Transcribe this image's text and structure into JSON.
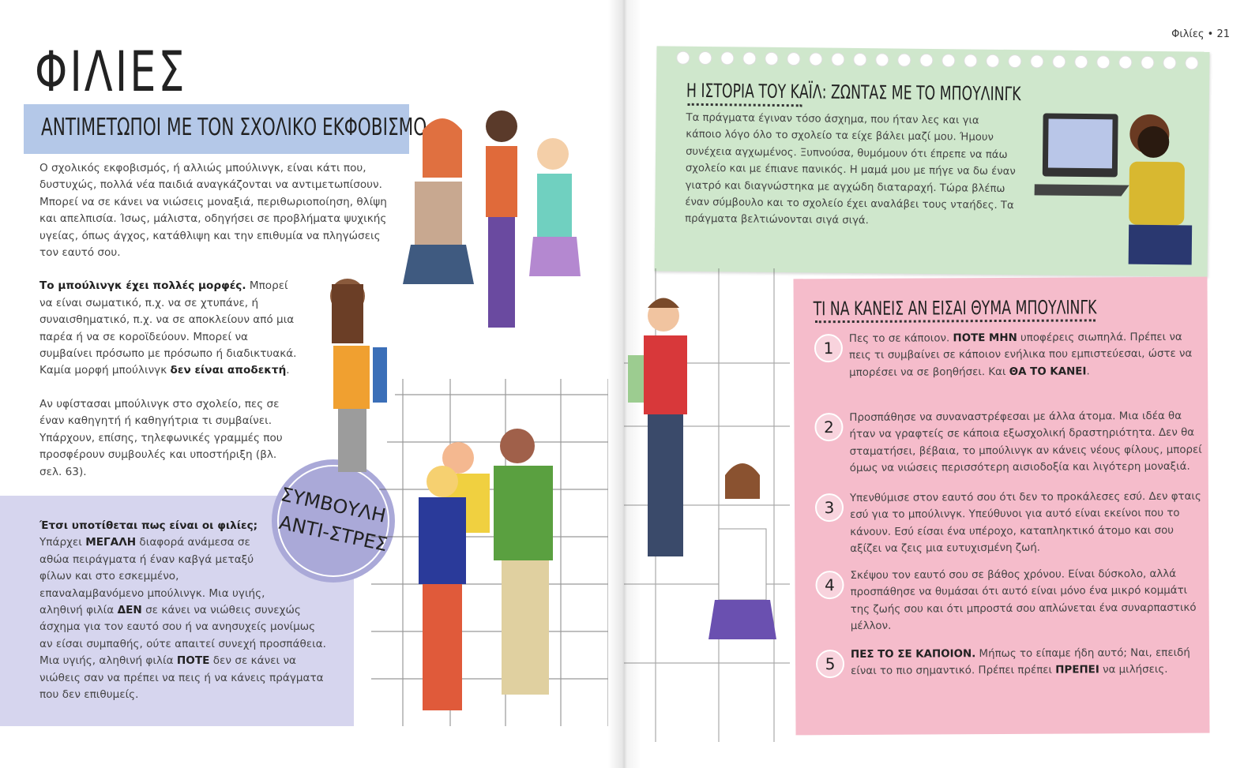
{
  "page_header": {
    "label": "Φιλίες",
    "separator": "•",
    "page_number": "21"
  },
  "title": "ΦΙΛΙΕΣ",
  "subtitle": "ΑΝΤΙΜΕΤΩΠΟΙ ΜΕ ΤΟΝ ΣΧΟΛΙΚΟ ΕΚΦΟΒΙΣΜΟ",
  "intro": {
    "p1": "Ο σχολικός εκφοβισμός, ή αλλιώς μπούλινγκ, είναι κάτι που, δυστυχώς, πολλά νέα παιδιά αναγκάζονται να αντιμετωπίσουν. Μπορεί να σε κάνει να νιώσεις μοναξιά, περιθωριοποίηση, θλίψη και απελπισία. Ίσως, μάλιστα, οδηγήσει σε προβλήματα ψυχικής υγείας, όπως άγχος, κατάθλιψη και την επιθυμία να πληγώσεις τον εαυτό σου.",
    "p2_bold": "Το μπούλινγκ έχει πολλές μορφές.",
    "p2": " Μπορεί να είναι σωματικό, π.χ. να σε χτυπάνε, ή συναισθηματικό, π.χ. να σε αποκλείουν από μια παρέα ή να σε κοροϊδεύουν. Μπορεί να συμβαίνει πρόσωπο με πρόσωπο ή διαδικτυακά. Καμία μορφή μπούλινγκ ",
    "p2_bold_end": "δεν είναι αποδεκτή",
    "p2_end": ".",
    "p3": "Αν υφίστασαι μπούλινγκ στο σχολείο, πες σε έναν καθηγητή ή καθηγήτρια τι συμβαίνει. Υπάρχουν, επίσης, τηλεφωνικές γραμμές που προσφέρουν συμβουλές και υποστήριξη (βλ. σελ. 63)."
  },
  "tip_badge": {
    "line1": "ΣΥΜΒΟΥΛΗ",
    "line2": "ΑΝΤΙ-ΣΤΡΕΣ"
  },
  "tip": {
    "heading": "Έτσι υποτίθεται πως είναι οι φιλίες;",
    "s1": "Υπάρχει ",
    "b1": "ΜΕΓΑΛΗ",
    "s2": " διαφορά ανάμεσα σε αθώα πειράγματα ή έναν καβγά μεταξύ φίλων και στο εσκεμμένο, επαναλαμβανόμενο μπούλινγκ. Μια υγιής, αληθινή φιλία ",
    "b2": "ΔΕΝ",
    "s3": " σε κάνει να νιώθεις συνεχώς άσχημα για τον εαυτό σου ή να ανησυχείς μονίμως αν είσαι συμπαθής, ούτε απαιτεί συνεχή προσπάθεια. Μια υγιής, αληθινή φιλία ",
    "b3": "ΠΟΤΕ",
    "s4": " δεν σε κάνει να νιώθεις σαν να πρέπει να πεις ή να κάνεις πράγματα που δεν επιθυμείς."
  },
  "story": {
    "heading": "Η ΙΣΤΟΡΙΑ ΤΟΥ ΚΑΪΛ: ΖΩΝΤΑΣ ΜΕ ΤΟ ΜΠΟΥΛΙΝΓΚ",
    "body": "Τα πράγματα έγιναν τόσο άσχημα, που ήταν λες και για κάποιο λόγο όλο το σχολείο τα είχε βάλει μαζί μου. Ήμουν συνέχεια αγχωμένος. Ξυπνούσα, θυμόμουν ότι έπρεπε να πάω σχολείο και με έπιανε πανικός. Η μαμά μου με πήγε να δω έναν γιατρό και διαγνώστηκα με αγχώδη διαταραχή. Τώρα βλέπω έναν σύμβουλο και το σχολείο έχει αναλάβει τους νταήδες. Τα πράγματα βελτιώνονται σιγά σιγά."
  },
  "steps_box": {
    "heading": "ΤΙ ΝΑ ΚΑΝΕΙΣ ΑΝ ΕΙΣΑΙ ΘΥΜΑ ΜΠΟΥΛΙΝΓΚ",
    "steps": [
      {
        "n": "1",
        "a": "Πες το σε κάποιον. ",
        "b": "ΠΟΤΕ ΜΗΝ",
        "c": " υποφέρεις σιωπηλά. Πρέπει να πεις τι συμβαίνει σε κάποιον ενήλικα που εμπιστεύεσαι, ώστε να μπορέσει να σε βοηθήσει. Και ",
        "d": "ΘΑ ΤΟ ΚΑΝΕΙ",
        "e": "."
      },
      {
        "n": "2",
        "a": "Προσπάθησε να συναναστρέφεσαι με άλλα άτομα. Μια ιδέα θα ήταν να γραφτείς σε κάποια εξωσχολική δραστηριότητα. Δεν θα σταματήσει, βέβαια, το μπούλινγκ αν κάνεις νέους φίλους, μπορεί όμως να νιώσεις περισσότερη αισιοδοξία και λιγότερη μοναξιά."
      },
      {
        "n": "3",
        "a": "Υπενθύμισε στον εαυτό σου ότι δεν το προκάλεσες εσύ. Δεν φταις εσύ για το μπούλινγκ. Υπεύθυνοι για αυτό είναι εκείνοι που το κάνουν. Εσύ είσαι ένα υπέροχο, καταπληκτικό άτομο και σου αξίζει να ζεις μια ευτυχισμένη ζωή."
      },
      {
        "n": "4",
        "a": "Σκέψου τον εαυτό σου σε βάθος χρόνου. Είναι δύσκολο, αλλά προσπάθησε να θυμάσαι ότι αυτό είναι μόνο ένα μικρό κομμάτι της ζωής σου και ότι μπροστά σου απλώνεται ένα συναρπαστικό μέλλον."
      },
      {
        "n": "5",
        "b": "ΠΕΣ ΤΟ ΣΕ ΚΑΠΟΙΟΝ.",
        "c": " Μήπως το είπαμε ήδη αυτό; Ναι, επειδή είναι το πιο σημαντικό. Πρέπει πρέπει ",
        "d": "ΠΡΕΠΕΙ",
        "e": " να μιλήσεις."
      }
    ]
  },
  "colors": {
    "subtitle_bg": "#b4c8e8",
    "tip_bg": "#d6d5ee",
    "badge": "#aaa9d8",
    "story_bg": "#cfe7cc",
    "steps_bg": "#f5bccb"
  }
}
